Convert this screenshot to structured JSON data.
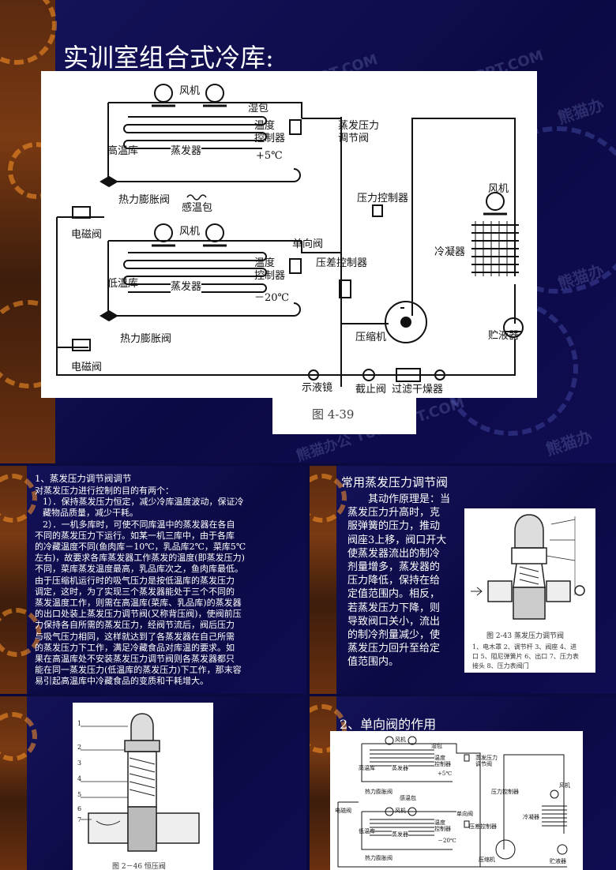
{
  "watermark": "熊猫办公 TUKUPPT.COM",
  "watermark_short": "熊猫办",
  "slide1": {
    "title": "实训室组合式冷库:",
    "caption": "图 4-39",
    "labels": {
      "fan_top": "风机",
      "wet_bulb": "湿包",
      "temp_ctrl_top": "温度\n控制器",
      "temp_top": "+5℃",
      "evap_pressure_valve": "蒸发压力\n调节阀",
      "high_temp_room": "高温库",
      "evaporator_top": "蒸发器",
      "expansion_top": "热力膨胀阀",
      "sensor_bulb": "感温包",
      "solenoid_top": "电磁阀",
      "pressure_ctrl": "压力控制器",
      "fan_right": "风机",
      "condenser": "冷凝器",
      "fan_mid": "风机",
      "check_valve": "单向阀",
      "temp_ctrl_bottom": "温度\n控制器",
      "diff_pressure_ctrl": "压差控制器",
      "low_temp_room": "低温库",
      "evaporator_bottom": "蒸发器",
      "temp_bottom": "－20℃",
      "expansion_bottom": "热力膨胀阀",
      "compressor": "压缩机",
      "receiver": "贮液器",
      "solenoid_bottom": "电磁阀",
      "sight_glass": "示液镜",
      "stop_valve": "截止阀",
      "filter_drier": "过滤干燥器"
    }
  },
  "slide2": {
    "heading": "1、蒸发压力调节阀调节",
    "lines": [
      "对蒸发压力进行控制的目的有两个：",
      "1）．保持蒸发压力恒定，减少冷库温度波动，保证冷",
      "藏物品质量，减少干耗。",
      "2）．一机多库时，可使不同库温中的蒸发器在各自",
      "不同的蒸发压力下运行。如某一机三库中，由于各库",
      "的冷藏温度不同(鱼肉库－10℃，乳品库2℃，菜库5℃",
      "左右)，故要求各库蒸发器工作蒸发的温度(即蒸发压力)",
      "不同，菜库蒸发温度最高，乳品库次之，鱼肉库最低。",
      "由于压缩机运行时的吸气压力是按低温库的蒸发压力",
      "调定，这时，为了实现三个蒸发器能处于三个不同的",
      "蒸发温度工作，则需在高温库(菜库、乳品库)的蒸发器",
      "的出口处装上蒸发压力调节阀(又称背压阀)，使阀前压",
      "力保持各自所需的蒸发压力，经阀节流后，阀后压力",
      "与吸气压力相同，这样就达到了各蒸发器在自己所需",
      "的蒸发压力下工作，满足冷藏食品对库温的要求。如",
      "果在高温库处不安装蒸发压力调节阀则各蒸发器都只",
      "能在同一蒸发压力(低温库的蒸发压力)下工作，那末容",
      "易引起高温库中冷藏食品的变质和干耗增大。"
    ]
  },
  "slide3": {
    "heading": "常用蒸发压力调节阀",
    "body_lines": [
      "　　其动作原理是：当",
      "蒸发压力升高时，克",
      "服弹簧的压力，推动",
      "阀座3上移，阀口开大",
      "使蒸发器流出的制冷",
      "剂量增多，蒸发器的",
      "压力降低，保持在给",
      "定值范围内。相反，",
      "若蒸发压力下降，则",
      "导致阀口关小，流出",
      "的制冷剂量减少，使",
      "蒸发压力回升至给定",
      "值范围内。"
    ],
    "fig_caption": "图 2-43  蒸发压力调节阀",
    "fig_legend_1": "1、电木罩  2、调节杆  3、阀座  4、进",
    "fig_legend_2": "口  5、阻尼弹簧片  6、出口  7、压力表",
    "fig_legend_3": "接头  8、压力表阀门"
  },
  "slide4": {
    "fig_caption": "图 2－46   恒压阀",
    "numbers": [
      "1",
      "2",
      "3",
      "4",
      "5",
      "6",
      "7"
    ]
  },
  "slide5": {
    "heading": "2、单向阀的作用",
    "labels": {
      "fan_top": "风机",
      "wet_bulb": "湿包",
      "temp_ctrl": "温度\n控制器",
      "evap_valve": "蒸发压力\n调节阀",
      "high_temp": "高温库",
      "evaporator": "蒸发器",
      "temp_top": "+5℃",
      "expansion": "热力膨胀阀",
      "sensor": "感温包",
      "solenoid": "电磁阀",
      "pressure_ctrl": "压力控制器",
      "fan_right": "风机",
      "condenser": "冷凝器",
      "fan_mid": "风机",
      "check": "单向阀",
      "temp_ctrl2": "温度\n控制器",
      "diff": "压差控制器",
      "low_temp": "低温库",
      "evaporator2": "蒸发器",
      "temp_bottom": "－20℃",
      "expansion2": "热力膨胀阀",
      "compressor": "压缩机",
      "receiver": "贮液器"
    }
  }
}
